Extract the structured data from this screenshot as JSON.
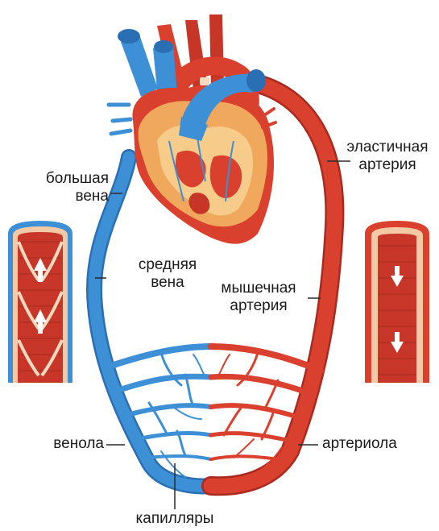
{
  "labels": {
    "large_vein": [
      "большая",
      "вена"
    ],
    "medium_vein": [
      "средняя",
      "вена"
    ],
    "elastic_artery": [
      "эластичная",
      "артерия"
    ],
    "muscular_artery": [
      "мышечная",
      "артерия"
    ],
    "venule": "венола",
    "arteriole": "артериола",
    "capillaries": "капилляры"
  },
  "colors": {
    "vein": "#3d8fd6",
    "vein_dark": "#2a6fb3",
    "artery": "#d9402e",
    "artery_dark": "#a92a1f",
    "heart_fat": "#f0a95c",
    "heart_fat_light": "#f7cc8a",
    "vessel_lumen": "#c8362a",
    "vessel_wall_light": "#f3c9a6"
  },
  "icons": {
    "vein_section": "vein-cross-section-icon",
    "artery_section": "artery-cross-section-icon",
    "heart": "heart-illustration"
  }
}
